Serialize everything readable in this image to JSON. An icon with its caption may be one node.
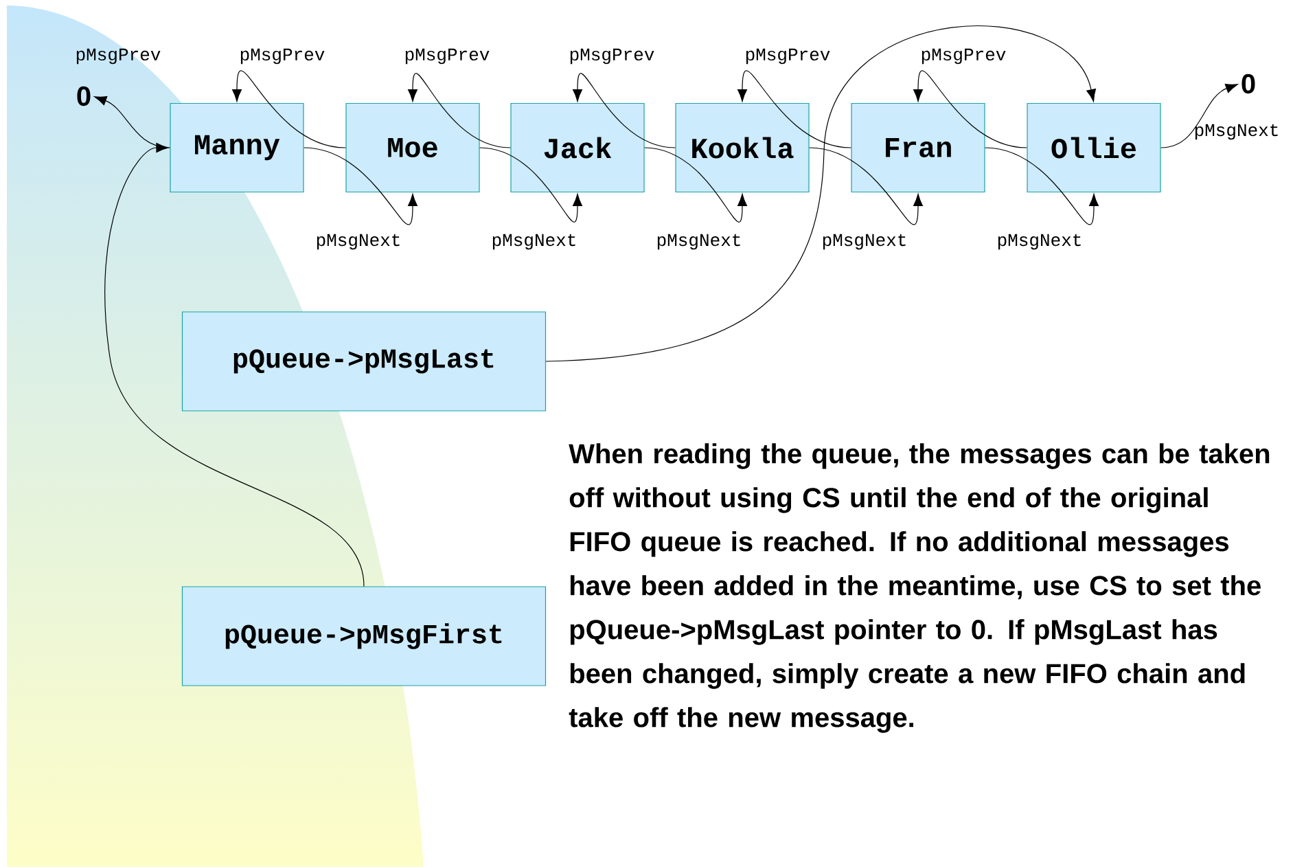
{
  "diagram": {
    "nodes": [
      {
        "text": [
          "0"
        ]
      },
      {
        "text": [
          "Manny"
        ]
      },
      {
        "text": [
          "Moe"
        ]
      },
      {
        "text": [
          "Jack"
        ]
      },
      {
        "text": [
          "Kookla"
        ]
      },
      {
        "text": [
          "Fran"
        ]
      },
      {
        "text": [
          "Ollie"
        ]
      },
      {
        "text": [
          "0"
        ]
      },
      {
        "text": [
          "pQueue->pMsgLast"
        ]
      },
      {
        "text": [
          "pQueue->pMsgFirst"
        ]
      }
    ],
    "edges": [
      {
        "from": 1,
        "to": 0,
        "arrow": "to",
        "label": "pMsgPrev"
      },
      {
        "from": 2,
        "to": 1,
        "arrow": "to",
        "label": "pMsgPrev"
      },
      {
        "from": 3,
        "to": 2,
        "arrow": "to",
        "label": "pMsgPrev"
      },
      {
        "from": 4,
        "to": 3,
        "arrow": "to",
        "label": "pMsgPrev"
      },
      {
        "from": 5,
        "to": 4,
        "arrow": "to",
        "label": "pMsgPrev"
      },
      {
        "from": 6,
        "to": 5,
        "arrow": "to",
        "label": "pMsgPrev"
      },
      {
        "from": 1,
        "to": 2,
        "arrow": "to",
        "label": "pMsgNext"
      },
      {
        "from": 2,
        "to": 3,
        "arrow": "to",
        "label": "pMsgNext"
      },
      {
        "from": 3,
        "to": 4,
        "arrow": "to",
        "label": "pMsgNext"
      },
      {
        "from": 4,
        "to": 5,
        "arrow": "to",
        "label": "pMsgNext"
      },
      {
        "from": 5,
        "to": 6,
        "arrow": "to",
        "label": "pMsgNext"
      },
      {
        "from": 6,
        "to": 7,
        "arrow": "to",
        "label": "pMsgNext"
      },
      {
        "from": 8,
        "to": 6,
        "arrow": "to"
      },
      {
        "from": 9,
        "to": 1,
        "arrow": "to"
      }
    ],
    "labels": [
      "When reading the queue, the messages can be taken off without using CS until the end of the original FIFO queue is reached. If no additional messages have been added in the meantime, use CS to set the pQueue->pMsgLast pointer to 0. If pMsgLast has been changed, simply create a new FIFO chain and take off the new message."
    ]
  }
}
